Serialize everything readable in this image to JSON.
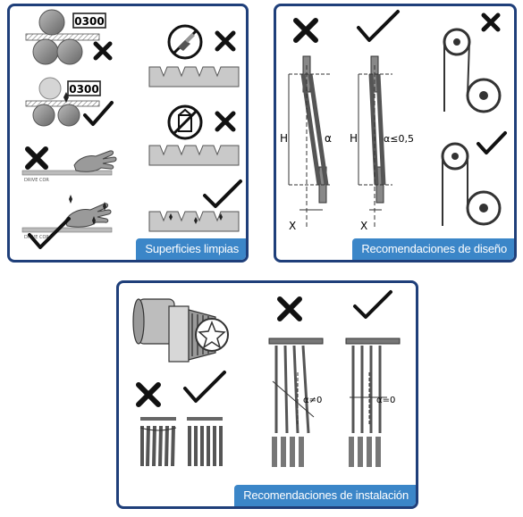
{
  "panels": {
    "clean": {
      "caption": "Superficies limpias",
      "counter_top": "0300",
      "counter_mid": "0300",
      "label_a": "DRIVE COR",
      "label_b": "DRIVE COR"
    },
    "design": {
      "caption": "Recomendaciones de diseño",
      "h1": "H",
      "h2": "H",
      "x1": "X",
      "x2": "X",
      "alpha": "α",
      "alpha_cond": "α≤0,5"
    },
    "install": {
      "caption": "Recomendaciones de instalación",
      "alpha_bad": "α≠0",
      "alpha_good": "α=0"
    }
  },
  "colors": {
    "border": "#1f3f7a",
    "caption_bg": "#3b86c8"
  }
}
